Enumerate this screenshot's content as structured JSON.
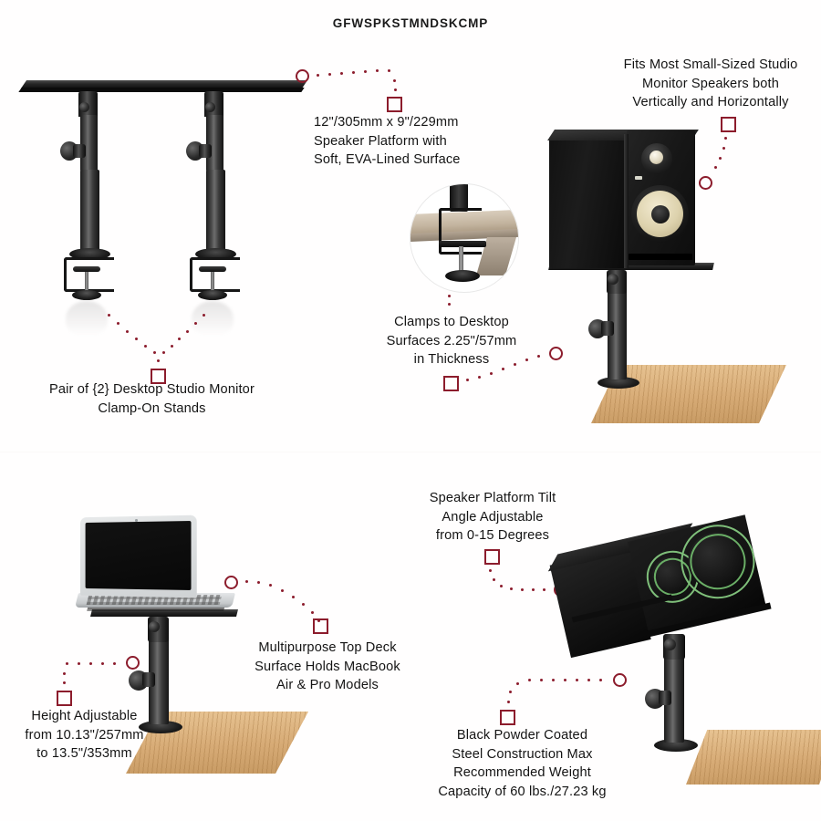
{
  "page": {
    "title": "GFWSPKSTMNDSKCMP",
    "background_color": "#ffffff",
    "accent_color": "#8c1c2c",
    "text_color": "#141414",
    "wood_color": "#d7ab76"
  },
  "callouts": [
    {
      "id": "speaker-platform",
      "text": "12\"/305mm x 9\"/229mm\nSpeaker Platform with\nSoft, EVA-Lined Surface",
      "marker": "square",
      "anchor": "ring"
    },
    {
      "id": "fits-monitors",
      "text": "Fits Most Small-Sized Studio\nMonitor Speakers both\nVertically and Horizontally",
      "marker": "square",
      "anchor": "ring"
    },
    {
      "id": "clamps-to-desktop",
      "text": "Clamps to Desktop\nSurfaces 2.25\"/57mm\nin Thickness",
      "marker": "square",
      "anchor": "ring"
    },
    {
      "id": "pair-of-stands",
      "text": "Pair of {2} Desktop Studio Monitor\nClamp-On Stands",
      "marker": "square",
      "anchor": "dots"
    },
    {
      "id": "tilt-angle",
      "text": "Speaker Platform Tilt\nAngle Adjustable\nfrom 0-15 Degrees",
      "marker": "square",
      "anchor": "ring"
    },
    {
      "id": "top-deck",
      "text": "Multipurpose Top Deck\nSurface Holds MacBook\nAir & Pro Models",
      "marker": "square",
      "anchor": "ring"
    },
    {
      "id": "height-adjustable",
      "text": "Height Adjustable\nfrom 10.13\"/257mm\nto 13.5\"/353mm",
      "marker": "square",
      "anchor": "ring"
    },
    {
      "id": "powder-coated",
      "text": "Black Powder Coated\nSteel Construction Max\nRecommended Weight\nCapacity of 60 lbs./27.23 kg",
      "marker": "square",
      "anchor": "ring"
    }
  ],
  "products": {
    "stand_pair": {
      "name": "Pair of desktop studio monitor clamp-on stands"
    },
    "clamp_detail": {
      "name": "Magnified clamp-on desk edge detail"
    },
    "speaker_upright": {
      "name": "Studio monitor speaker mounted vertically on stand"
    },
    "laptop_on_stand": {
      "name": "MacBook laptop resting on top deck surface"
    },
    "speaker_tilted": {
      "name": "Studio monitor speaker tilted on stand"
    }
  }
}
